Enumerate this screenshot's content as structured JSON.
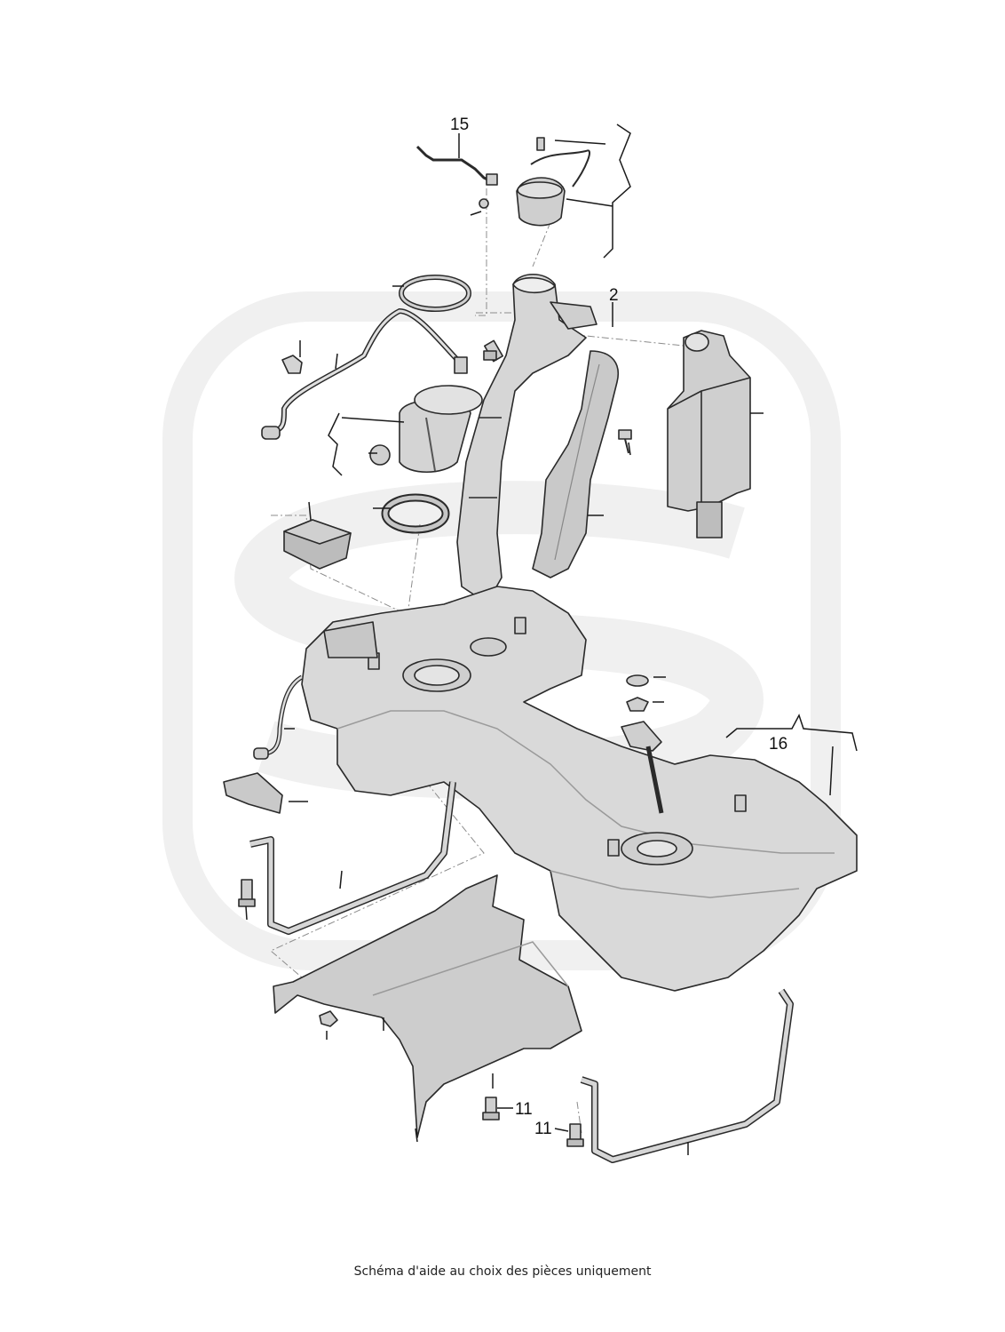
{
  "diagram": {
    "callouts": {
      "c15": "15",
      "c2": "2",
      "c16": "16",
      "c11a": "11",
      "c11b": "11"
    }
  },
  "footer": {
    "caption": "Schéma d'aide au choix des pièces uniquement"
  },
  "colors": {
    "part_fill": "#d9d9d9",
    "part_shade": "#bdbdbd",
    "line": "#2a2a2a",
    "watermark": "#f0f0f0"
  }
}
